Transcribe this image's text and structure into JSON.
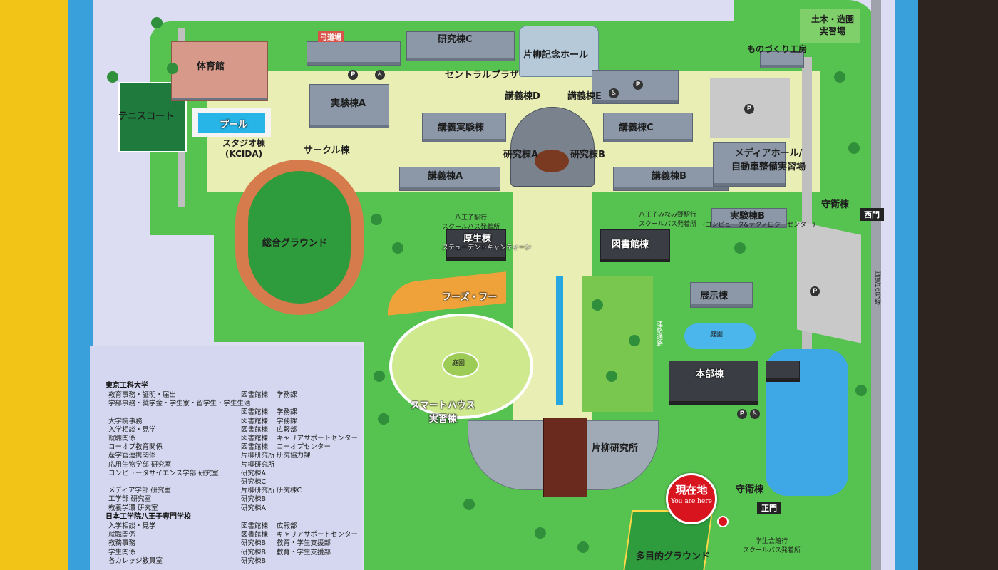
{
  "map": {
    "buildings": {
      "kenkyu_c": "研究棟C",
      "katayanagi_hall": "片柳記念ホール",
      "kyudojo": "弓道場",
      "doboku": "土木・造園\n実習場",
      "monozukuri": "ものづくり工房",
      "taiikukan": "体育館",
      "central_plaza": "セントラルプラザ",
      "jikken_a": "実験棟A",
      "kogi_d": "講義棟D",
      "kogi_e": "講義棟E",
      "tennis": "テニスコート",
      "pool": "プール",
      "kogi_jikken": "講義実験棟",
      "kogi_c": "講義棟C",
      "studio": "スタジオ棟\n(KCIDA)",
      "circle": "サークル棟",
      "kenkyu_a": "研究棟A",
      "kenkyu_b": "研究棟B",
      "media_hall": "メディアホール/\n自動車整備実習場",
      "kogi_a": "講義棟A",
      "kogi_b": "講義棟B",
      "shueitou_west": "守衛棟",
      "west_gate": "西門",
      "sogo_ground": "総合グラウンド",
      "bus_hachioji": "八王子駅行\nスクールバス発着所",
      "bus_minami": "八王子みなみ野駅行\nスクールバス発着所",
      "jikken_b": "実験棟B",
      "jikken_b_sub": "(コンピュータ&テクノロジーセンター)",
      "kosei": "厚生棟",
      "kosei_sub": "ステューデントキャンティーン",
      "toshokan": "図書館棟",
      "foods_fu": "フーズ・フー",
      "tenji": "展示棟",
      "renraku": "連絡通路",
      "national_road": "国道16号線",
      "teien_right": "庭園",
      "teien_left": "庭園",
      "honbu": "本部棟",
      "smart_house": "スマートハウス\n実習棟",
      "katayanagi_lab": "片柳研究所",
      "shueitou_main": "守衛棟",
      "main_gate": "正門",
      "tamokuteki": "多目的グラウンド",
      "bus_main": "学生会館行\nスクールバス発着所"
    },
    "here_marker": {
      "title": "現在地",
      "subtitle": "You are here",
      "color": "#d8141f"
    },
    "parking_label": "P",
    "accessible_icon": "wheelchair-icon"
  },
  "legend": {
    "univ_title": "東京工科大学",
    "univ_rows": [
      {
        "item": "教育事務・証明・届出",
        "bld": "図書館棟",
        "dept": "学務課"
      },
      {
        "item": "学部事務・奨学金・学生寮・留学生・学生生活",
        "bld": "",
        "dept": ""
      },
      {
        "item": "",
        "bld": "図書館棟",
        "dept": "学務課"
      },
      {
        "item": "大学院事務",
        "bld": "図書館棟",
        "dept": "学務課"
      },
      {
        "item": "入学相談・見学",
        "bld": "図書館棟",
        "dept": "広報部"
      },
      {
        "item": "就職関係",
        "bld": "図書館棟",
        "dept": "キャリアサポートセンター"
      },
      {
        "item": "コーオプ教育関係",
        "bld": "図書館棟",
        "dept": "コーオプセンター"
      },
      {
        "item": "産学官連携関係",
        "bld": "片柳研究所",
        "dept": "研究協力課"
      },
      {
        "item": "応用生物学部 研究室",
        "bld": "片柳研究所",
        "dept": ""
      },
      {
        "item": "コンピュータサイエンス学部 研究室",
        "bld": "研究棟A",
        "dept": ""
      },
      {
        "item": "",
        "bld": "研究棟C",
        "dept": ""
      },
      {
        "item": "メディア学部 研究室",
        "bld": "片柳研究所",
        "dept": "研究棟C"
      },
      {
        "item": "工学部 研究室",
        "bld": "研究棟B",
        "dept": ""
      },
      {
        "item": "教養学環 研究室",
        "bld": "研究棟A",
        "dept": ""
      }
    ],
    "senmon_title": "日本工学院八王子専門学校",
    "senmon_rows": [
      {
        "item": "入学相談・見学",
        "bld": "図書館棟",
        "dept": "広報部"
      },
      {
        "item": "就職関係",
        "bld": "図書館棟",
        "dept": "キャリアサポートセンター"
      },
      {
        "item": "教務事務",
        "bld": "研究棟B",
        "dept": "教育・学生支援部"
      },
      {
        "item": "学生関係",
        "bld": "研究棟B",
        "dept": "教育・学生支援部"
      },
      {
        "item": "各カレッジ教員室",
        "bld": "研究棟B",
        "dept": ""
      }
    ]
  }
}
